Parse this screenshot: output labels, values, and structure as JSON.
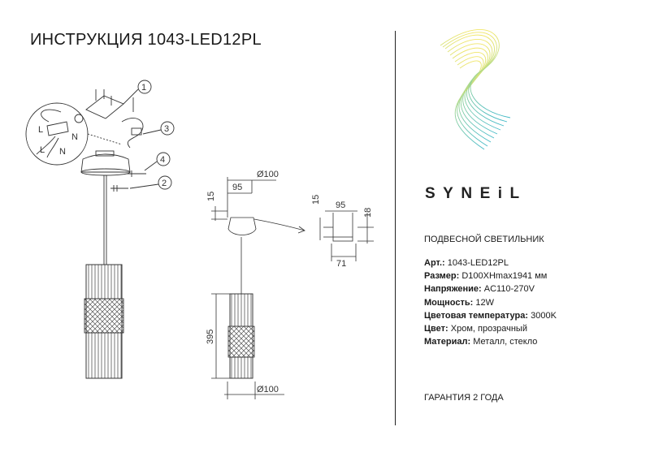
{
  "header": {
    "title": "ИНСТРУКЦИЯ 1043-LED12PL"
  },
  "brand": {
    "name": "SYNEiL"
  },
  "product": {
    "type": "ПОДВЕСНОЙ СВЕТИЛЬНИК"
  },
  "specs": [
    {
      "label": "Арт.:",
      "value": "1043-LED12PL"
    },
    {
      "label": "Размер:",
      "value": "D100XHmax1941 мм"
    },
    {
      "label": "Напряжение:",
      "value": "AC110-270V"
    },
    {
      "label": "Мощность:",
      "value": "12W"
    },
    {
      "label": "Цветовая температура:",
      "value": "3000K"
    },
    {
      "label": "Цвет:",
      "value": "Хром, прозрачный"
    },
    {
      "label": "Материал:",
      "value": "Металл, стекло"
    }
  ],
  "warranty": "ГАРАНТИЯ 2 ГОДА",
  "callouts": [
    "1",
    "2",
    "3",
    "4"
  ],
  "wire_labels": {
    "l": "L",
    "n": "N",
    "l2": "L",
    "n2": "N"
  },
  "dimensions": {
    "canopy_diameter": "Ø100",
    "canopy_width": "95",
    "canopy_height": "15",
    "bracket_width": "95",
    "bracket_height": "15",
    "bracket_depth": "18",
    "bracket_hole": "71",
    "body_height": "395",
    "body_diameter": "Ø100"
  },
  "colors": {
    "line": "#333333",
    "logo_start": "#f1e66a",
    "logo_end": "#40b8c6"
  }
}
